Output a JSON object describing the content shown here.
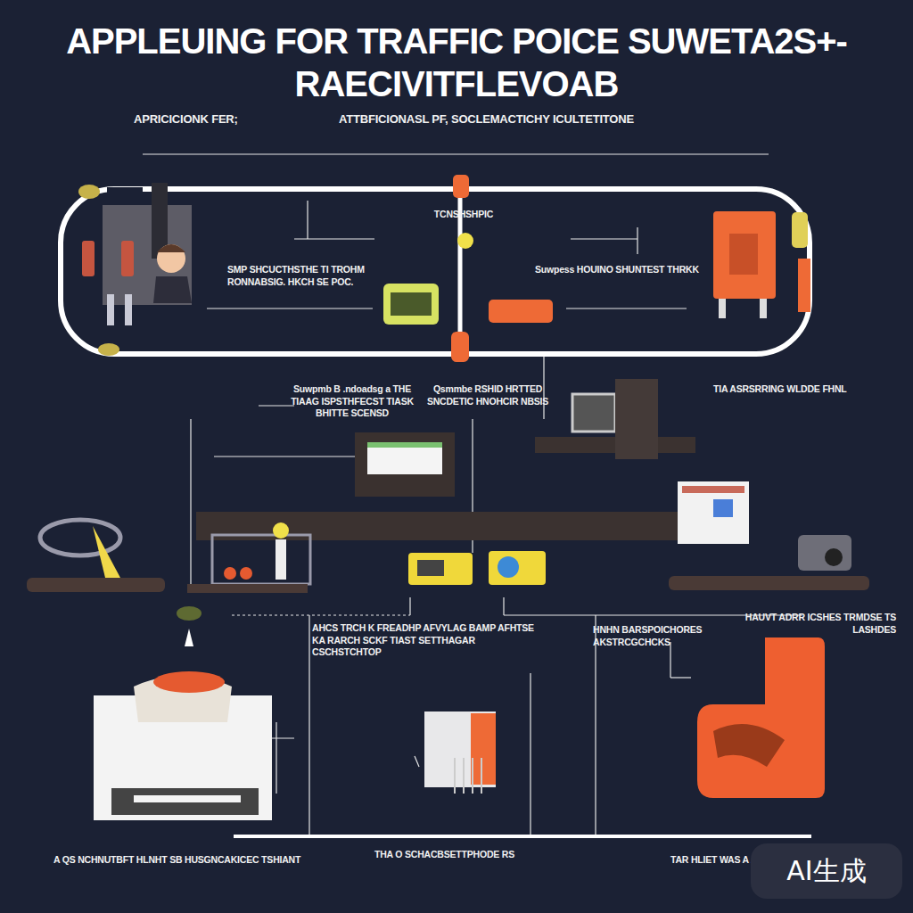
{
  "diagram": {
    "title": "APPLEUING FOR TRAFFIC POICE SUWETA2S+-RAECIVITFLEVOAB",
    "nodes": [
      {
        "text": [
          "AI生成"
        ]
      }
    ],
    "labels": [
      "APRICICIONK FER;",
      "ATTBFICIONASL PF, SOCLEMACTICHY ICULTETITONE",
      "TCNSHSHPIC",
      "SMP SHCUCTHSTHE TI TROHM RONNABSIG. HKCH SE POC.",
      "Suwpess HOUINO SHUNTEST THRKK",
      "Suwpmb B .ndoadsg a THE TIAAG ISPSTHFECST TIASK BHITTE SCENSD",
      "Qsmmbe RSHID HRTTED SNCDETIC HNOHCIR NBSIS",
      "TIA ASRSRRING WLDDE FHNL",
      "AHCS TRCH K FREADHP AFVYLAG BAMP AFHTSE KA RARCH SCKF TIAST SETTHAGAR CSCHSTCHTOP",
      "HNHN BARSPOICHORES AKSTRCGCHCKS",
      "HAUVT ADRR ICSHES TRMDSE TS LASHDES",
      "A QS NCHNUTBFT HLNHT SB HUSGNCAKICEC TSHIANT",
      "THA O SCHACBSETTPHODE RS",
      "TAR HLIET WAS A ALGOTNOE SCHOCDRE"
    ]
  }
}
